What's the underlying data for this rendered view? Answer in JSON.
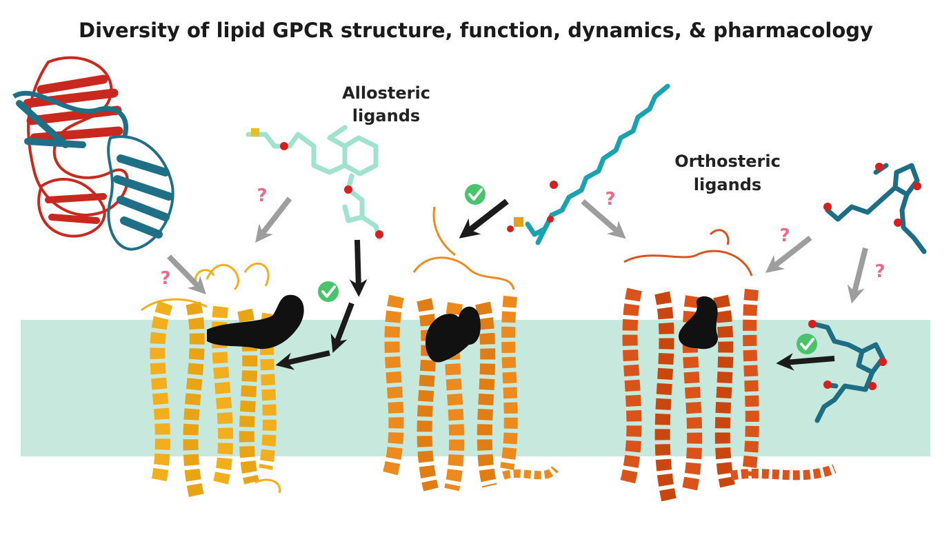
{
  "title": "Diversity of lipid GPCR structure, function, dynamics, & pharmacology",
  "labels": {
    "allosteric": [
      "Allosteric",
      "ligands"
    ],
    "orthosteric": [
      "Orthosteric",
      "ligands"
    ]
  },
  "symbols": {
    "question": "?",
    "check": "✔"
  },
  "colors": {
    "membrane": "#c7e8dc",
    "receptor_yellow": "#f2ae1c",
    "receptor_orange": "#ec8a1e",
    "receptor_redorange": "#d9531a",
    "antibody_red": "#c8281e",
    "antibody_teal": "#1f6f86",
    "ligand_mint": "#9fe3cf",
    "ligand_teal": "#1aa2b0",
    "ligand_darkteal": "#1d6e85",
    "pocket": "#111111",
    "arrow_black": "#1b1b1b",
    "arrow_gray": "#9d9d9d",
    "question": "#ec6a8a",
    "check_bg": "#49c46b"
  },
  "icons": [
    "receptor-helix-bundle",
    "antibody-ribbon",
    "ligand-stick-model",
    "binding-pocket",
    "check-badge",
    "question-mark",
    "arrow"
  ]
}
